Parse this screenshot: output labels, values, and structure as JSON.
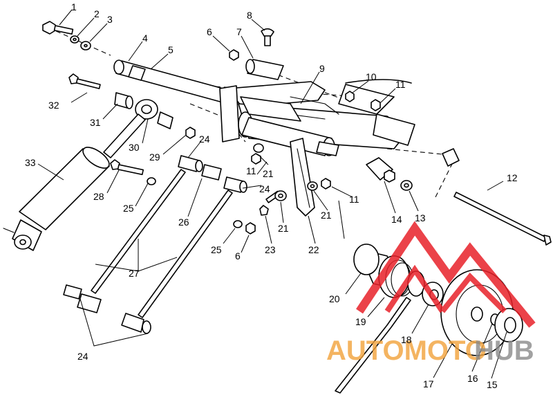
{
  "diagram": {
    "callouts": {
      "c1": "1",
      "c2": "2",
      "c3": "3",
      "c4": "4",
      "c5": "5",
      "c6a": "6",
      "c6b": "6",
      "c7": "7",
      "c8": "8",
      "c9": "9",
      "c10": "10",
      "c11a": "11",
      "c11b": "11",
      "c11c": "11",
      "c12": "12",
      "c13": "13",
      "c14": "14",
      "c15": "15",
      "c16": "16",
      "c17": "17",
      "c18": "18",
      "c19": "19",
      "c20": "20",
      "c21a": "21",
      "c21b": "21",
      "c21c": "21",
      "c22": "22",
      "c23": "23",
      "c24a": "24",
      "c24b": "24",
      "c24c": "24",
      "c25a": "25",
      "c25b": "25",
      "c26": "26",
      "c27": "27",
      "c28": "28",
      "c29": "29",
      "c30": "30",
      "c31": "31",
      "c32": "32",
      "c33": "33"
    }
  },
  "watermark": {
    "brand_part1": "AUTOMOTO",
    "brand_part2": "HUB",
    "colors": {
      "accent": "#e8222a",
      "brand1": "#f2a23a",
      "brand2": "#8a8a8a"
    }
  }
}
